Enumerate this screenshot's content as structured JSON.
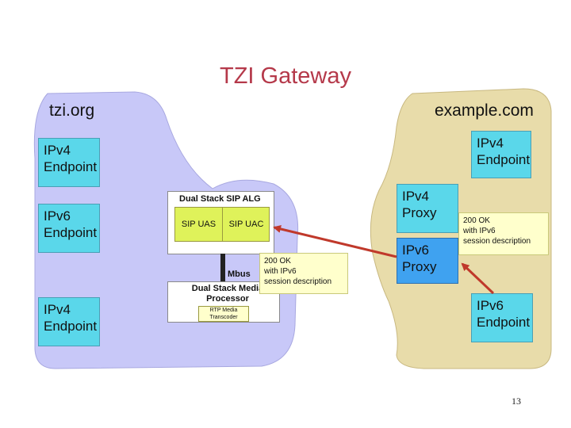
{
  "title": "TZI Gateway",
  "left_region": {
    "label": "tzi.org",
    "endpoints": [
      {
        "line1": "IPv4",
        "line2": "Endpoint"
      },
      {
        "line1": "IPv6",
        "line2": "Endpoint"
      },
      {
        "line1": "IPv4",
        "line2": "Endpoint"
      }
    ]
  },
  "right_region": {
    "label": "example.com",
    "top_endpoint": {
      "line1": "IPv4",
      "line2": "Endpoint"
    },
    "ipv4_proxy": {
      "line1": "IPv4",
      "line2": "Proxy"
    },
    "ipv6_proxy": {
      "line1": "IPv6",
      "line2": "Proxy"
    },
    "bottom_endpoint": {
      "line1": "IPv6",
      "line2": "Endpoint"
    }
  },
  "alg": {
    "title": "Dual Stack SIP ALG",
    "uas": "SIP UAS",
    "uac": "SIP UAC"
  },
  "mbus": "Mbus",
  "media_processor": {
    "title_line1": "Dual Stack Media",
    "title_line2": "Processor",
    "rtp_line1": "RTP Media",
    "rtp_line2": "Transcoder"
  },
  "note_center": {
    "line1": "200 OK",
    "line2": "with IPv6",
    "line3": "session description"
  },
  "note_right": {
    "line1": "200 OK",
    "line2": "with IPv6",
    "line3": "session description"
  },
  "page_number": "13",
  "colors": {
    "left_cloud": "#c8c8f8",
    "right_cloud": "#e8dcaa",
    "arrow": "#c0392b",
    "title": "#b5394a"
  }
}
